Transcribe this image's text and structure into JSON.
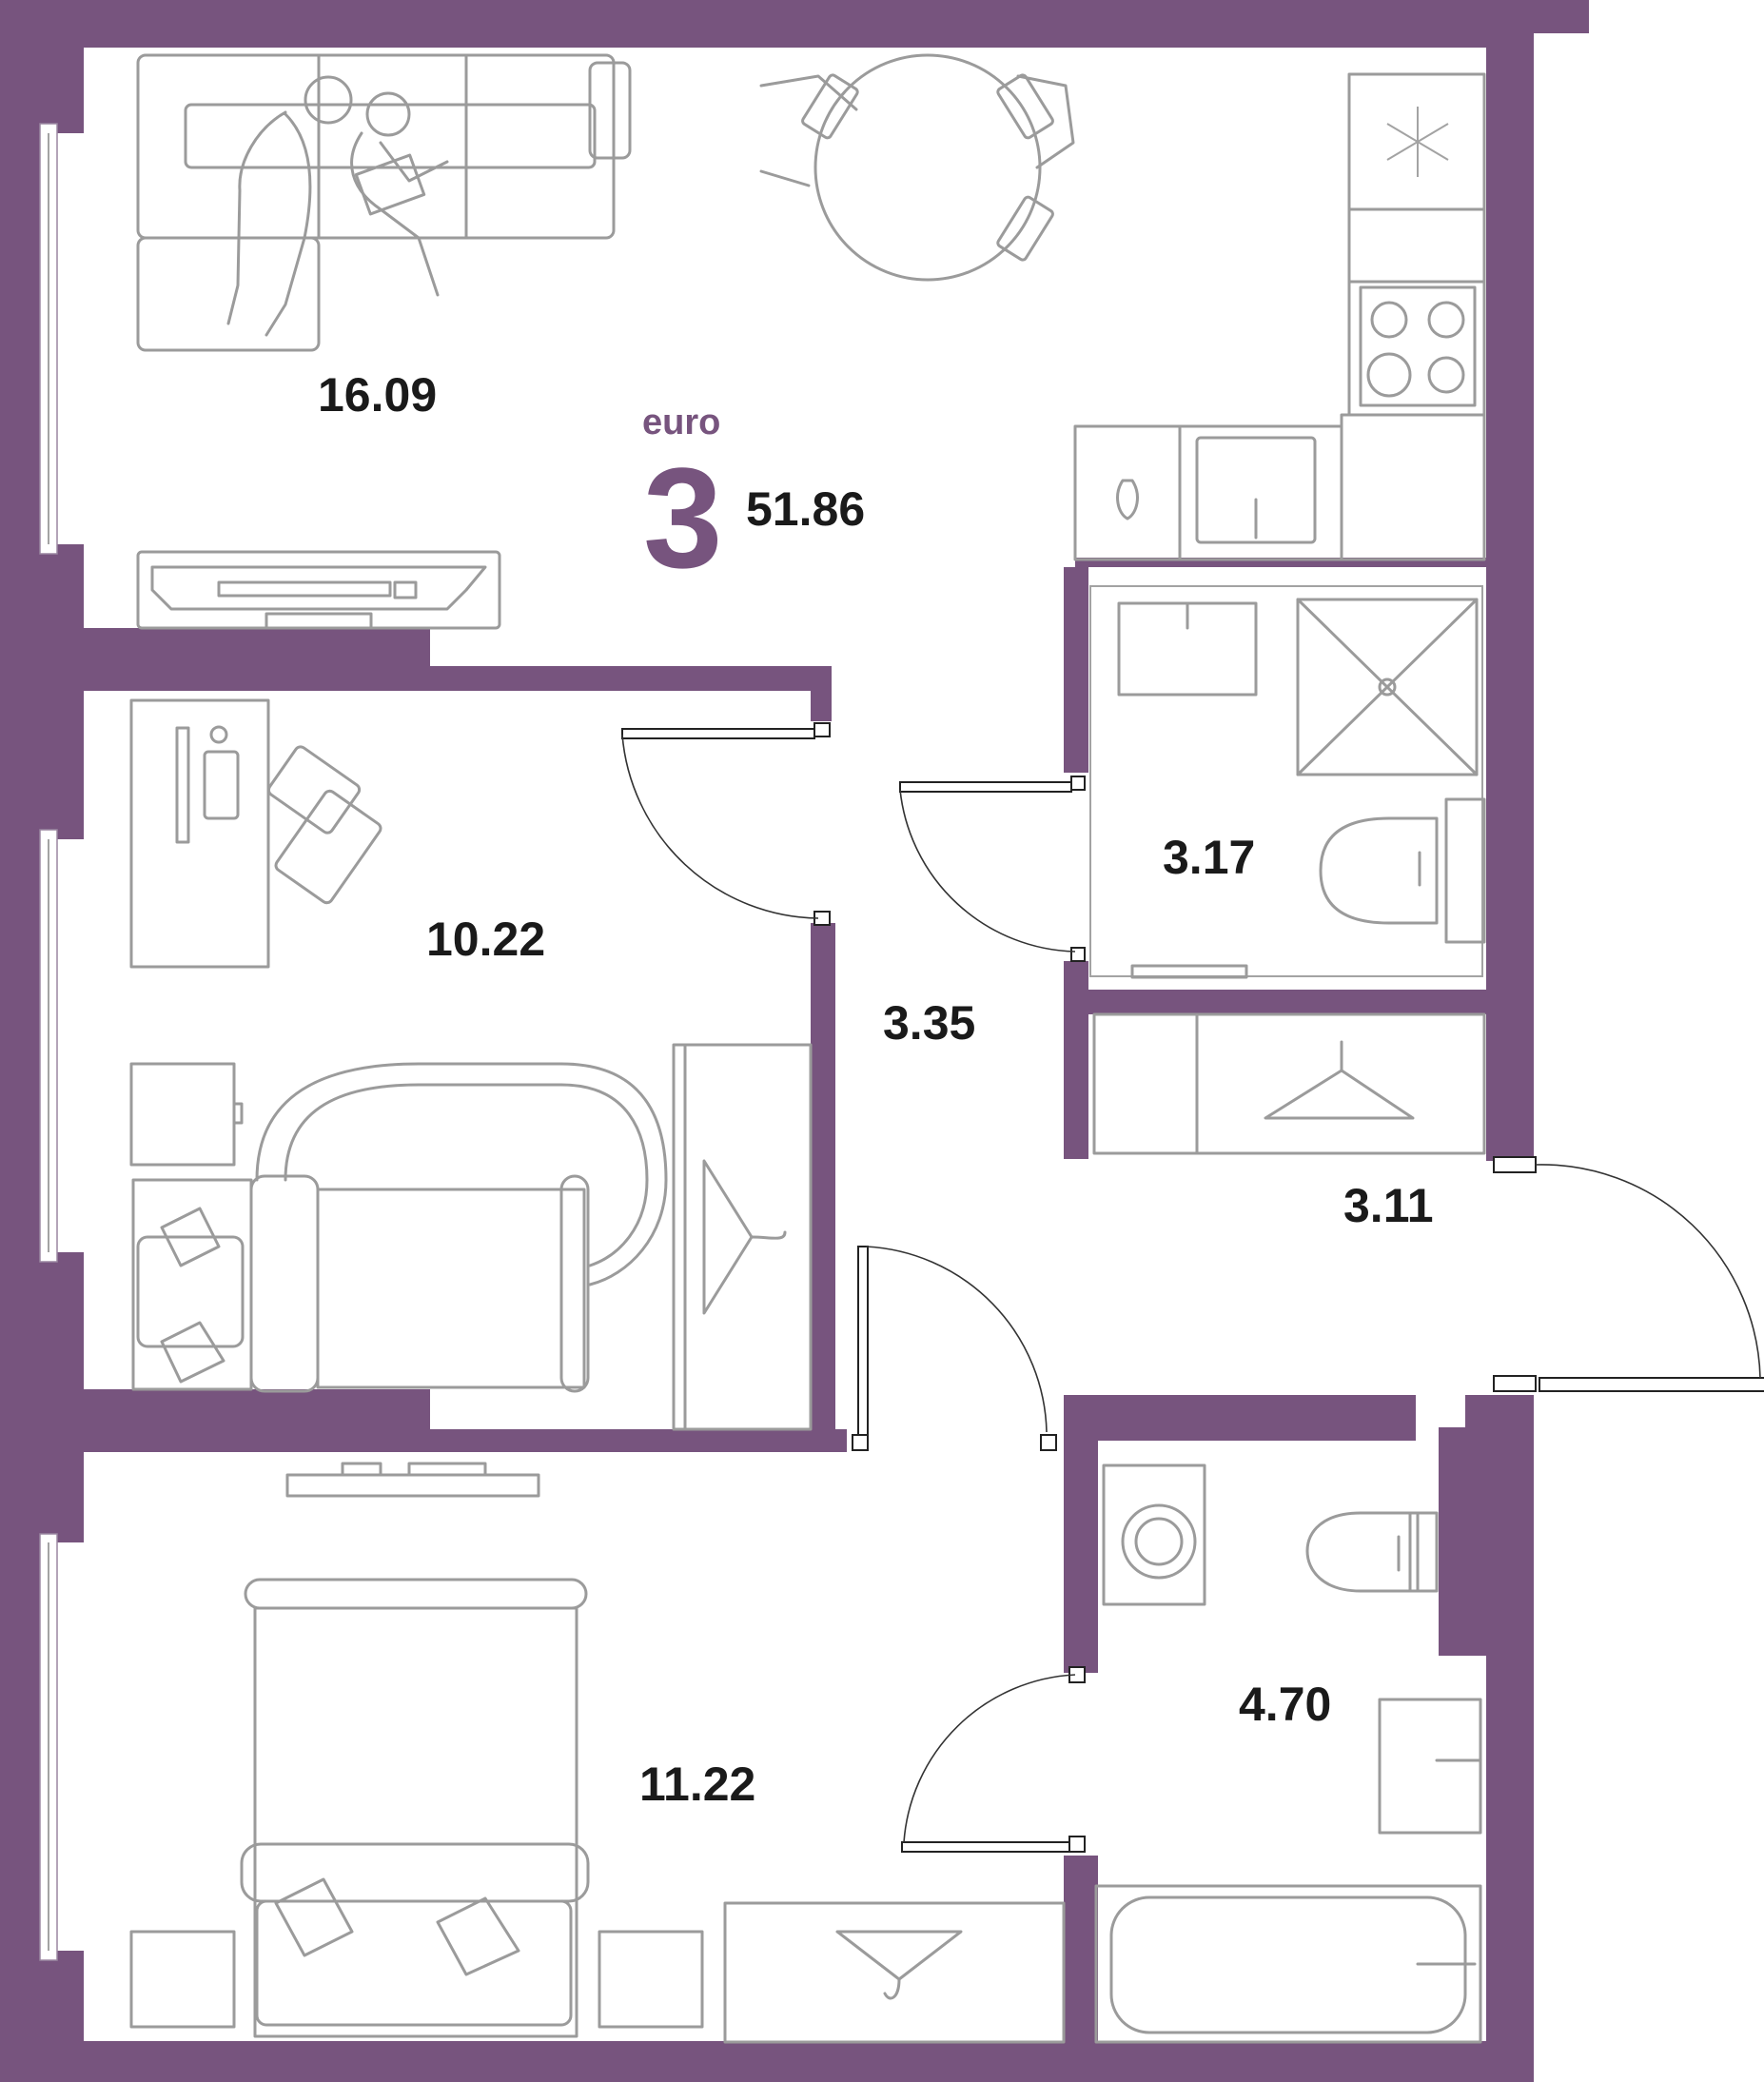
{
  "plan": {
    "type_label": "euro",
    "rooms_count": "3",
    "total_area": "51.86",
    "accent_color": "#77547e"
  },
  "rooms": [
    {
      "id": "living-kitchen",
      "area": "16.09"
    },
    {
      "id": "bedroom-1",
      "area": "10.22"
    },
    {
      "id": "hallway",
      "area": "3.35"
    },
    {
      "id": "bathroom-1",
      "area": "3.17"
    },
    {
      "id": "corridor",
      "area": "3.11"
    },
    {
      "id": "bathroom-2",
      "area": "4.70"
    },
    {
      "id": "bedroom-2",
      "area": "11.22"
    }
  ]
}
